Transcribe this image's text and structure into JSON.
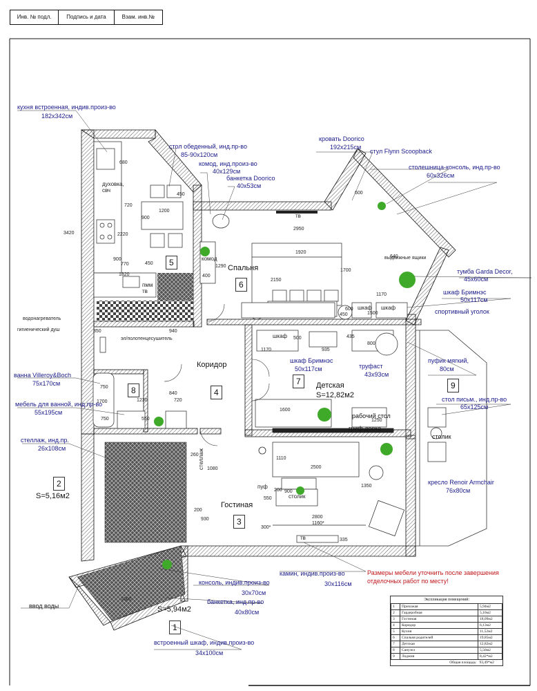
{
  "stamp": {
    "cells": [
      "Инв. № подл.",
      "Подпись и дата",
      "Взам. инв.№"
    ]
  },
  "rooms": [
    {
      "name": "Кухня",
      "number": "5"
    },
    {
      "name": "Спальня",
      "number": "6"
    },
    {
      "name": "Коридор",
      "number": "4"
    },
    {
      "name": "Детская",
      "number": "7",
      "area": "S=12,82м2"
    },
    {
      "name": "Гостиная",
      "number": "3"
    },
    {
      "name": "",
      "number": "8"
    },
    {
      "name": "",
      "number": "9"
    },
    {
      "name": "",
      "number": "2",
      "area": "S=5,16м2"
    },
    {
      "name": "",
      "number": "1",
      "area": "S=5,94м2"
    }
  ],
  "furniture_labels": {
    "kitchen": {
      "name": "кухня встроенная, индив.произ-во",
      "size": "182x342см"
    },
    "table": {
      "name": "стол обеденный, инд.пр-во",
      "size": "85-90x120см"
    },
    "chest": {
      "name": "комод, инд.произ-во",
      "size": "40x129см"
    },
    "bench_bedroom": {
      "name": "банкетка Doorico",
      "size": "40x53см"
    },
    "bed": {
      "name": "кровать Doorico",
      "size": "192x215см"
    },
    "chair_flynn": {
      "name": "стул Flynn Scoopback"
    },
    "console_top": {
      "name": "столешница-консоль, инд.пр-во",
      "size": "60x326см"
    },
    "drawers": {
      "name": "выдвижные ящики"
    },
    "tumba": {
      "name": "тумба Garda Decor,",
      "size": "45x60см"
    },
    "wardrobe_brimnes_r": {
      "name": "шкаф  Бримнэс",
      "size": "50x117см"
    },
    "sport": {
      "name": "спортивный уголок"
    },
    "pouf": {
      "name": "пуфик мягкий,",
      "size": "80см"
    },
    "desk": {
      "name": "стол письм., инд.пр-во",
      "size": "65x125см"
    },
    "coffee_table_balcony": {
      "name": "столик"
    },
    "armchair": {
      "name": "кресло Renoir Armchair",
      "size": "76x80см"
    },
    "wardrobe_brimnes_c": {
      "name": "шкаф  Бримнэс",
      "size": "50x117см"
    },
    "trufast": {
      "name": "труфаст",
      "size": "43x93см"
    },
    "work_table": {
      "name": "рабочий стол"
    },
    "board": {
      "name": "гриф.доска"
    },
    "fireplace": {
      "name": "камин, индив.произ-во",
      "size": "30x116см"
    },
    "heater": {
      "name": "водонагреватель"
    },
    "hyg_shower": {
      "name": "гигиенический душ"
    },
    "towel": {
      "name": "эл/полотенцесушитель"
    },
    "bath": {
      "name": "ванна Villeroy&Boch",
      "size": "75x170см"
    },
    "bath_furniture": {
      "name": "мебель для ванной, инд.пр-во",
      "size": "55x195см"
    },
    "rack": {
      "name": "стеллаж, инд.пр.",
      "size": "26x108см"
    },
    "console_hall": {
      "name": "консоль, индив.произ-во",
      "size": "30x70см"
    },
    "bench_hall": {
      "name": "банкетка, инд.пр-во",
      "size": "40x80см"
    },
    "water_input": {
      "name": "ввод воды"
    },
    "builtin_wardrobe": {
      "name": "встроенный шкаф, индив.произ-во",
      "size": "34x100см"
    }
  },
  "inner_labels": {
    "oven": "духовка,\nсвч",
    "pmm": "пмм",
    "tv1": "тв",
    "tv_bed": "тв",
    "tv_living": "тв",
    "komod": "комод",
    "shkaf1": "шкаф",
    "shkaf2": "шкаф",
    "shkaf3": "шкаф",
    "stellazh": "стеллаж",
    "puf": "пуф",
    "stolik": "столик",
    "work_table2": "рабочий стол"
  },
  "dimensions": [
    "680",
    "720",
    "450",
    "1200",
    "900",
    "2220",
    "3420",
    "900",
    "770",
    "450",
    "1820",
    "400",
    "1290",
    "2950",
    "1920",
    "1700",
    "2150",
    "600",
    "450",
    "1500",
    "1170",
    "940",
    "350",
    "1170",
    "500",
    "935",
    "435",
    "800",
    "1600",
    "1250",
    "900",
    "1230",
    "840",
    "720",
    "750",
    "1700",
    "750",
    "550",
    "260",
    "1080",
    "200",
    "930",
    "2500",
    "1110",
    "550",
    "200",
    "1350",
    "2800",
    "1160*",
    "300*",
    "335",
    "600",
    "640",
    "1000"
  ],
  "note": "Размеры мебели уточнить после завершения отделочных работ по месту!",
  "explication": {
    "title": "Экспликация помещений:",
    "rows": [
      [
        "1",
        "Прихожая",
        "5,94м2"
      ],
      [
        "2",
        "Гардеробная",
        "5,16м2"
      ],
      [
        "3",
        "Гостиная",
        "18,09м2"
      ],
      [
        "4",
        "Коридор",
        "6,13м2"
      ],
      [
        "5",
        "Кухня",
        "11,52м2"
      ],
      [
        "6",
        "Спальня родителей",
        "19,85м2"
      ],
      [
        "7",
        "Детская",
        "12,82м2"
      ],
      [
        "8",
        "Санузел",
        "5,56м2"
      ],
      [
        "9",
        "Лоджия",
        "8,42*м2"
      ]
    ],
    "total_label": "Общая площадь:",
    "total_value": "93,49*м2"
  },
  "colors": {
    "ink": "#1a1a8a",
    "wall_hatch": "#333333",
    "plant": "#3faa2a",
    "note": "#c0161a"
  }
}
